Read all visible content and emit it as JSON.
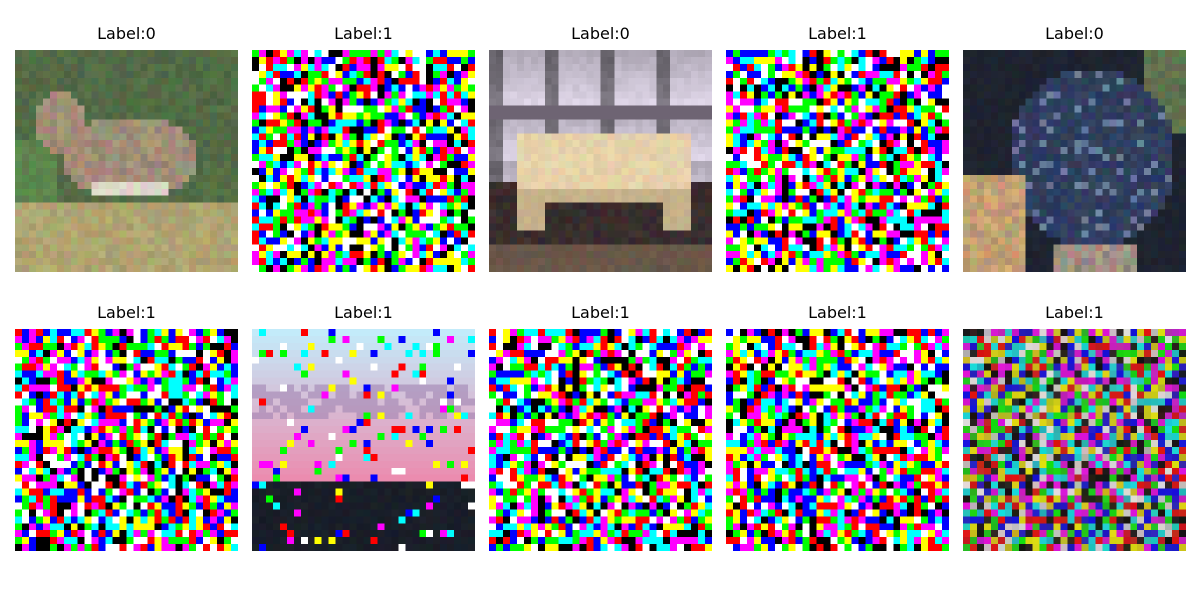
{
  "figure": {
    "panels": [
      {
        "title": "Label:0",
        "content": "natural-photo-small-mammal"
      },
      {
        "title": "Label:1",
        "content": "random-color-noise"
      },
      {
        "title": "Label:0",
        "content": "natural-photo-armchair"
      },
      {
        "title": "Label:1",
        "content": "random-color-noise"
      },
      {
        "title": "Label:0",
        "content": "natural-photo-dark-animal"
      },
      {
        "title": "Label:1",
        "content": "random-color-noise"
      },
      {
        "title": "Label:1",
        "content": "sunset-photo-with-noise"
      },
      {
        "title": "Label:1",
        "content": "random-color-noise"
      },
      {
        "title": "Label:1",
        "content": "random-color-noise"
      },
      {
        "title": "Label:1",
        "content": "noisy-photo-blend"
      }
    ],
    "palette": {
      "noise_colors": [
        "#000000",
        "#ff0000",
        "#00ff00",
        "#0000ff",
        "#ffff00",
        "#ff00ff",
        "#00ffff",
        "#ffffff"
      ]
    }
  }
}
